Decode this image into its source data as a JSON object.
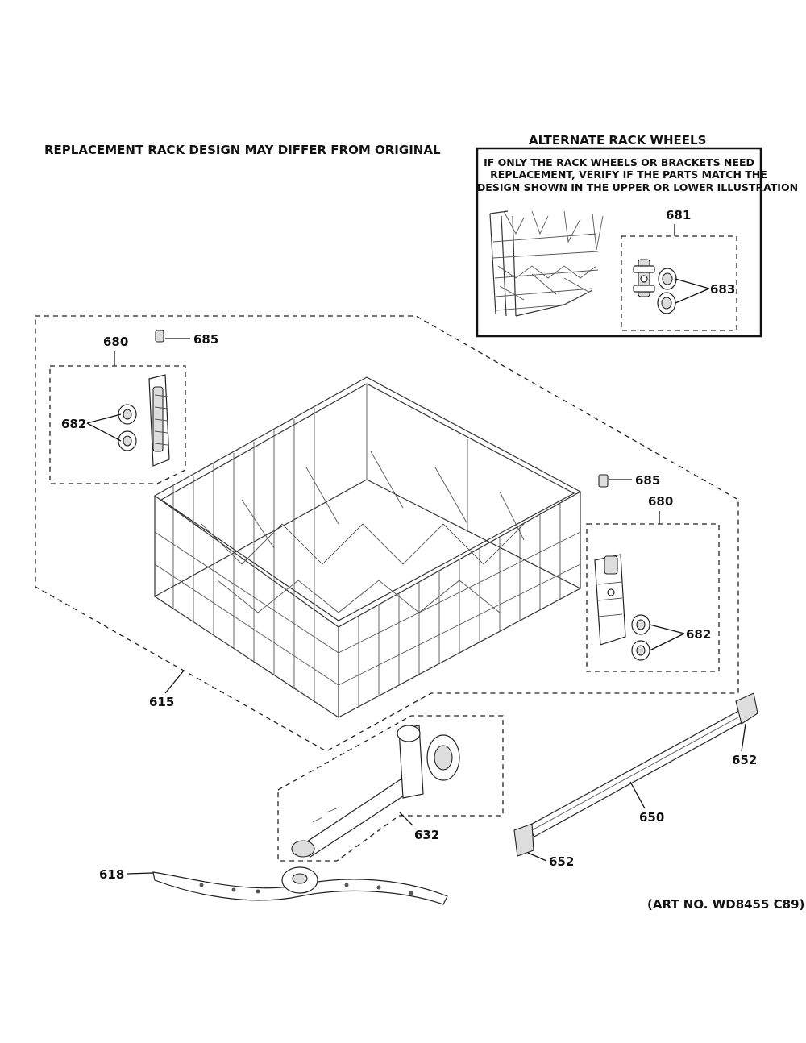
{
  "header": {
    "replacement_note": "REPLACEMENT RACK DESIGN MAY DIFFER FROM ORIGINAL",
    "alternate_title": "ALTERNATE RACK WHEELS",
    "alternate_note": [
      "IF ONLY THE RACK WHEELS OR BRACKETS NEED",
      "REPLACEMENT, VERIFY IF THE PARTS MATCH THE",
      "DESIGN SHOWN IN THE UPPER OR LOWER ILLUSTRATION"
    ]
  },
  "callouts": {
    "alt_681": "681",
    "alt_683": "683",
    "left_685": "685",
    "left_680": "680",
    "left_682": "682",
    "right_685": "685",
    "right_680": "680",
    "right_682": "682",
    "rack_615": "615",
    "rail_652_top": "652",
    "rail_650": "650",
    "rail_652_bottom": "652",
    "manifold_632": "632",
    "arm_618": "618"
  },
  "footer": {
    "art_number": "(ART NO. WD8455 C89)"
  }
}
